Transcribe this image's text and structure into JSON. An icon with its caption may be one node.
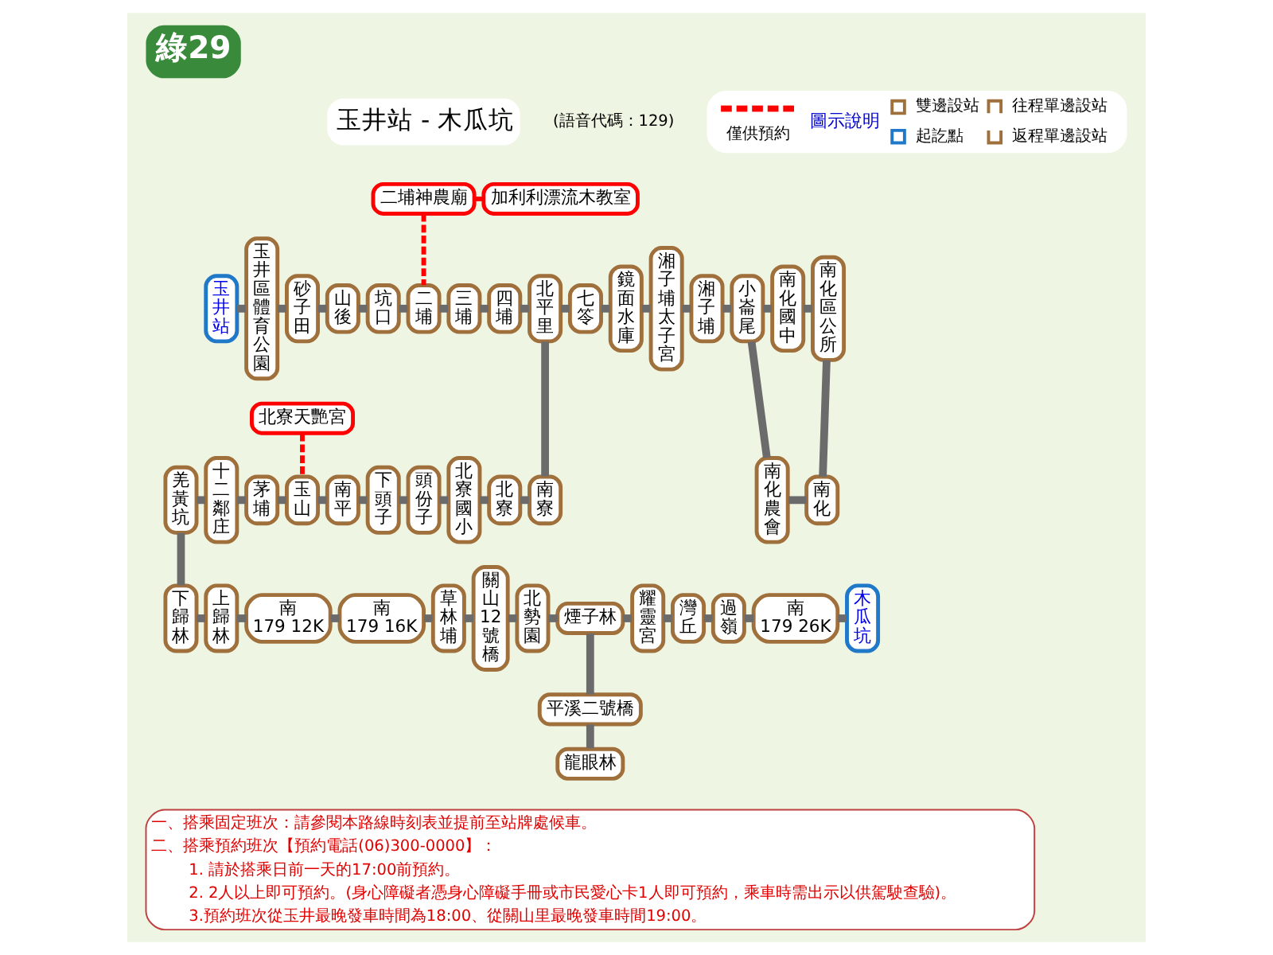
{
  "diagram": {
    "title": "綠29",
    "nodes": [
      {
        "text": [
          "二埔神農廟"
        ]
      },
      {
        "text": [
          "加利利漂流木教室"
        ]
      },
      {
        "text": [
          "玉井站"
        ]
      },
      {
        "text": [
          "玉井區體育公園"
        ]
      },
      {
        "text": [
          "砂子田"
        ]
      },
      {
        "text": [
          "山後"
        ]
      },
      {
        "text": [
          "坑口"
        ]
      },
      {
        "text": [
          "二埔"
        ]
      },
      {
        "text": [
          "三埔"
        ]
      },
      {
        "text": [
          "四埔"
        ]
      },
      {
        "text": [
          "北平里"
        ]
      },
      {
        "text": [
          "七笭"
        ]
      },
      {
        "text": [
          "鏡面水庫"
        ]
      },
      {
        "text": [
          "湘子埔太子宮"
        ]
      },
      {
        "text": [
          "湘子埔"
        ]
      },
      {
        "text": [
          "小崙尾"
        ]
      },
      {
        "text": [
          "南化國中"
        ]
      },
      {
        "text": [
          "南化區公所"
        ]
      },
      {
        "text": [
          "北寮天艷宮"
        ]
      },
      {
        "text": [
          "羌黃坑"
        ]
      },
      {
        "text": [
          "十二鄰庄"
        ]
      },
      {
        "text": [
          "茅埔"
        ]
      },
      {
        "text": [
          "玉山"
        ]
      },
      {
        "text": [
          "南平"
        ]
      },
      {
        "text": [
          "下頭子"
        ]
      },
      {
        "text": [
          "頭份子"
        ]
      },
      {
        "text": [
          "北寮國小"
        ]
      },
      {
        "text": [
          "北寮"
        ]
      },
      {
        "text": [
          "南寮"
        ]
      },
      {
        "text": [
          "南化農會"
        ]
      },
      {
        "text": [
          "南化"
        ]
      },
      {
        "text": [
          "下歸林"
        ]
      },
      {
        "text": [
          "上歸林"
        ]
      },
      {
        "text": [
          "南179 12K"
        ]
      },
      {
        "text": [
          "南179 16K"
        ]
      },
      {
        "text": [
          "草林埔"
        ]
      },
      {
        "text": [
          "關山12號橋"
        ]
      },
      {
        "text": [
          "北勢園"
        ]
      },
      {
        "text": [
          "煙子林"
        ]
      },
      {
        "text": [
          "耀靈宮"
        ]
      },
      {
        "text": [
          "灣丘"
        ]
      },
      {
        "text": [
          "過嶺"
        ]
      },
      {
        "text": [
          "南179 26K"
        ]
      },
      {
        "text": [
          "木瓜坑"
        ]
      },
      {
        "text": [
          "平溪二號橋"
        ]
      },
      {
        "text": [
          "龍眼林"
        ]
      }
    ],
    "edges": [
      {
        "from": 0,
        "to": 7,
        "arrow": "none",
        "style": "dashed",
        "color": "#ff0000"
      },
      {
        "from": 0,
        "to": 1,
        "arrow": "none",
        "style": "dashed",
        "color": "#ff0000"
      },
      {
        "from": 2,
        "to": 3,
        "arrow": "none"
      },
      {
        "from": 3,
        "to": 4,
        "arrow": "none"
      },
      {
        "from": 4,
        "to": 5,
        "arrow": "none"
      },
      {
        "from": 5,
        "to": 6,
        "arrow": "none"
      },
      {
        "from": 6,
        "to": 7,
        "arrow": "none"
      },
      {
        "from": 7,
        "to": 8,
        "arrow": "none"
      },
      {
        "from": 8,
        "to": 9,
        "arrow": "none"
      },
      {
        "from": 9,
        "to": 10,
        "arrow": "none"
      },
      {
        "from": 10,
        "to": 11,
        "arrow": "none"
      },
      {
        "from": 11,
        "to": 12,
        "arrow": "none"
      },
      {
        "from": 12,
        "to": 13,
        "arrow": "none"
      },
      {
        "from": 13,
        "to": 14,
        "arrow": "none"
      },
      {
        "from": 14,
        "to": 15,
        "arrow": "none"
      },
      {
        "from": 15,
        "to": 16,
        "arrow": "none"
      },
      {
        "from": 16,
        "to": 17,
        "arrow": "none"
      },
      {
        "from": 10,
        "to": 28,
        "arrow": "none"
      },
      {
        "from": 18,
        "to": 22,
        "arrow": "none",
        "style": "dashed",
        "color": "#ff0000"
      },
      {
        "from": 19,
        "to": 20,
        "arrow": "none"
      },
      {
        "from": 20,
        "to": 21,
        "arrow": "none"
      },
      {
        "from": 21,
        "to": 22,
        "arrow": "none"
      },
      {
        "from": 22,
        "to": 23,
        "arrow": "none"
      },
      {
        "from": 23,
        "to": 24,
        "arrow": "none"
      },
      {
        "from": 24,
        "to": 25,
        "arrow": "none"
      },
      {
        "from": 25,
        "to": 26,
        "arrow": "none"
      },
      {
        "from": 26,
        "to": 27,
        "arrow": "none"
      },
      {
        "from": 27,
        "to": 28,
        "arrow": "none"
      },
      {
        "from": 15,
        "to": 29,
        "arrow": "none"
      },
      {
        "from": 17,
        "to": 30,
        "arrow": "none"
      },
      {
        "from": 29,
        "to": 30,
        "arrow": "none"
      },
      {
        "from": 19,
        "to": 31,
        "arrow": "none"
      },
      {
        "from": 31,
        "to": 32,
        "arrow": "none"
      },
      {
        "from": 32,
        "to": 33,
        "arrow": "none"
      },
      {
        "from": 33,
        "to": 34,
        "arrow": "none"
      },
      {
        "from": 34,
        "to": 35,
        "arrow": "none"
      },
      {
        "from": 35,
        "to": 36,
        "arrow": "none"
      },
      {
        "from": 36,
        "to": 37,
        "arrow": "none"
      },
      {
        "from": 37,
        "to": 38,
        "arrow": "none"
      },
      {
        "from": 38,
        "to": 39,
        "arrow": "none"
      },
      {
        "from": 39,
        "to": 40,
        "arrow": "none"
      },
      {
        "from": 40,
        "to": 41,
        "arrow": "none"
      },
      {
        "from": 41,
        "to": 42,
        "arrow": "none"
      },
      {
        "from": 42,
        "to": 43,
        "arrow": "none"
      },
      {
        "from": 38,
        "to": 44,
        "arrow": "none"
      },
      {
        "from": 44,
        "to": 45,
        "arrow": "none"
      }
    ],
    "labels": [
      "玉井站 - 木瓜坑",
      "(語音代碼：129)",
      "圖示說明",
      "一、搭乘固定班次：請參閱本路線時刻表並提前至站牌處候車。",
      "二、搭乘預約班次【預約電話(06)300-0000】：",
      "1. 請於搭乘日前一天的17:00前預約。",
      "2. 2人以上即可預約。(身心障礙者憑身心障礙手冊或市民愛心卡1人即可預約，乘車時需出示以供駕駛查驗)。",
      "3.預約班次從玉井最晚發車時間為18:00、從關山里最晚發車時間19:00。"
    ],
    "legend": [
      {
        "text": "僅供預約"
      },
      {
        "text": "雙邊設站"
      },
      {
        "text": "往程單邊設站"
      },
      {
        "text": "起訖點"
      },
      {
        "text": "返程單邊設站"
      }
    ]
  }
}
